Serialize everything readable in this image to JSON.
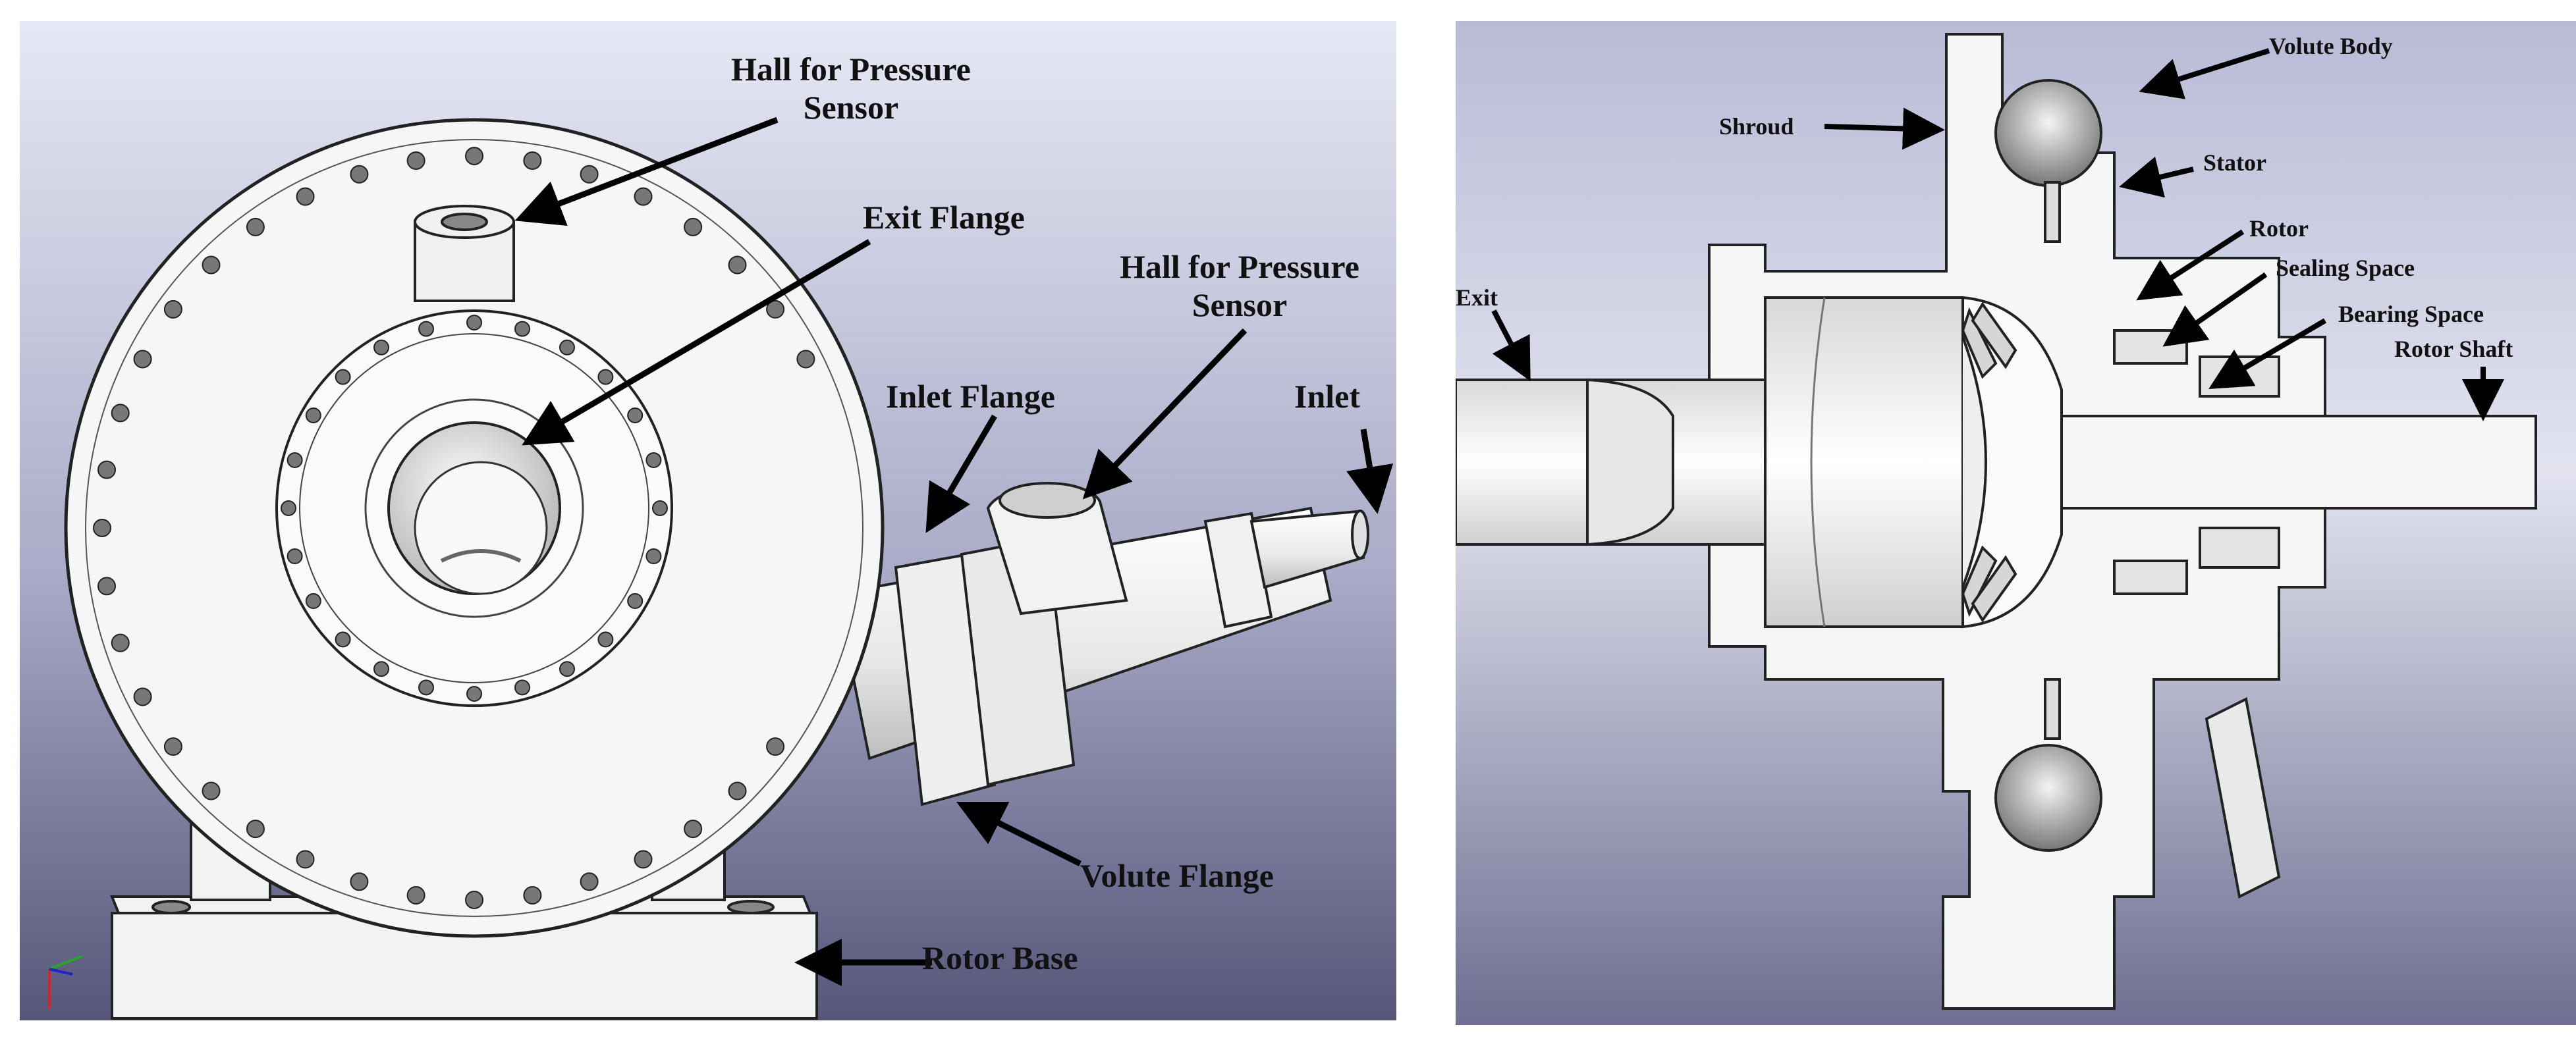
{
  "left_view": {
    "labels": {
      "hall_top": "Hall for Pressure\nSensor",
      "exit_flange": "Exit Flange",
      "hall_right": "Hall for Pressure\nSensor",
      "inlet_flange": "Inlet Flange",
      "inlet": "Inlet",
      "volute_flange": "Volute Flange",
      "rotor_base": "Rotor Base"
    }
  },
  "right_view": {
    "labels": {
      "volute_body": "Volute Body",
      "shroud": "Shroud",
      "stator": "Stator",
      "rotor": "Rotor",
      "sealing_space": "Sealing Space",
      "bearing_space": "Bearing Space",
      "rotor_shaft": "Rotor Shaft",
      "exit": "Exit"
    }
  },
  "colors": {
    "bg_top": "#e4e6f2",
    "bg_bottom": "#58587a",
    "part": "#f4f4f4",
    "edge": "#222222",
    "arrow": "#000000"
  }
}
